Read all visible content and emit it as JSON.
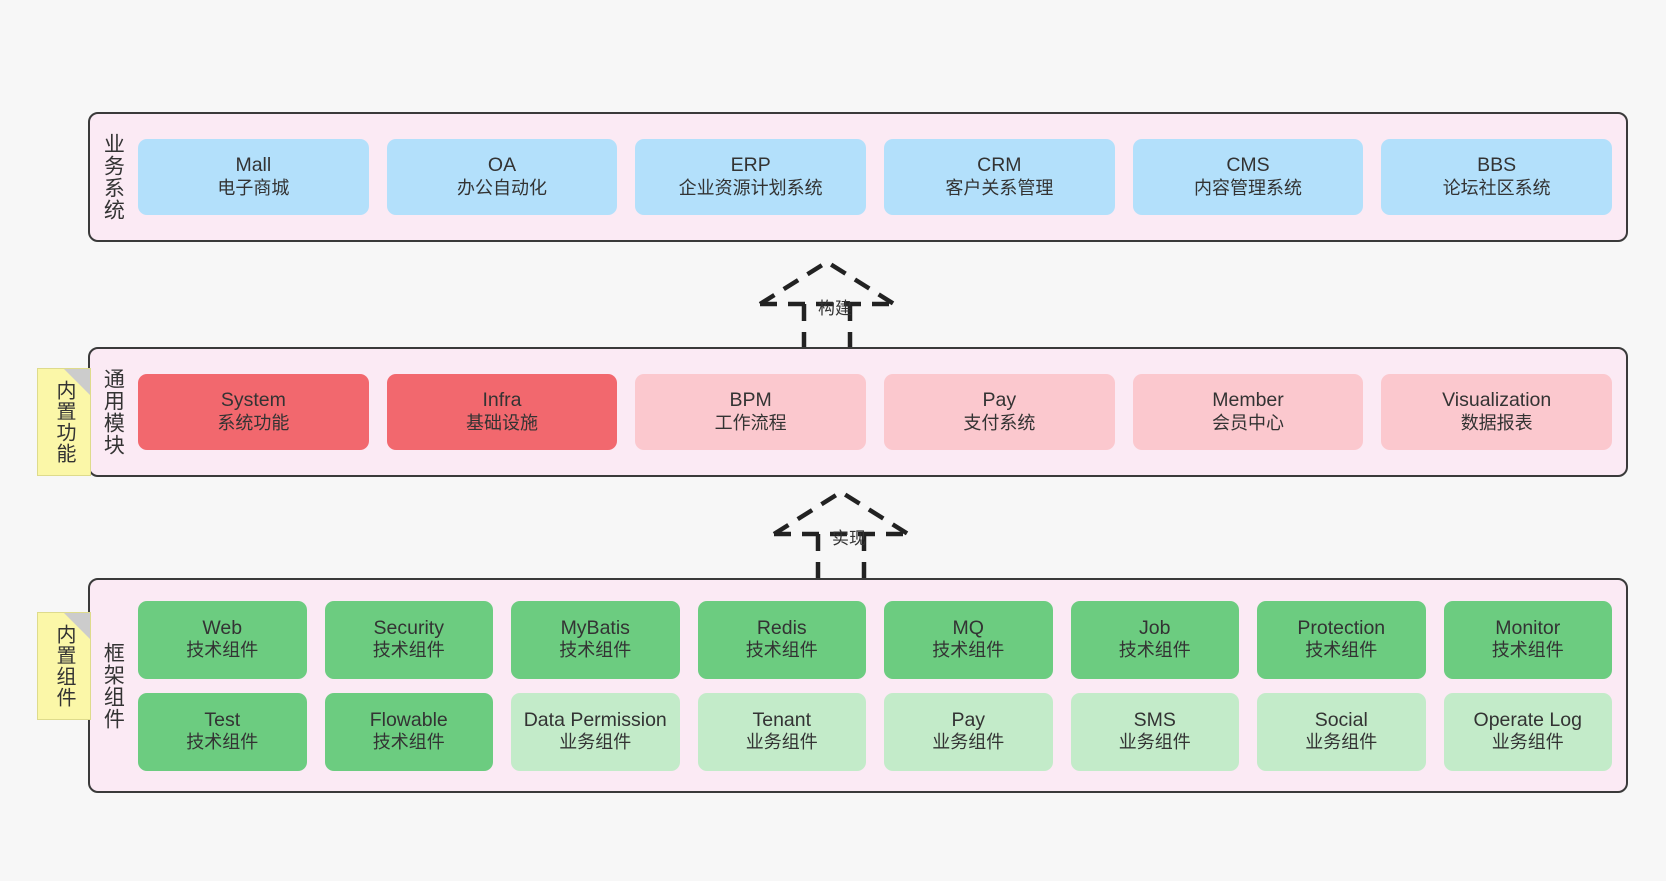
{
  "layers": [
    {
      "id": "business",
      "title": "业务系统",
      "rows": [
        {
          "cells": [
            {
              "name": "Mall",
              "desc": "电子商城",
              "color": "#b3e0fb",
              "style": "c-blue"
            },
            {
              "name": "OA",
              "desc": "办公自动化",
              "color": "#b3e0fb",
              "style": "c-blue"
            },
            {
              "name": "ERP",
              "desc": "企业资源计划系统",
              "color": "#b3e0fb",
              "style": "c-blue"
            },
            {
              "name": "CRM",
              "desc": "客户关系管理",
              "color": "#b3e0fb",
              "style": "c-blue"
            },
            {
              "name": "CMS",
              "desc": "内容管理系统",
              "color": "#b3e0fb",
              "style": "c-blue"
            },
            {
              "name": "BBS",
              "desc": "论坛社区系统",
              "color": "#b3e0fb",
              "style": "c-blue"
            }
          ]
        }
      ]
    },
    {
      "id": "common",
      "title": "通用模块",
      "rows": [
        {
          "cells": [
            {
              "name": "System",
              "desc": "系统功能",
              "color": "#f2686e",
              "style": "c-red"
            },
            {
              "name": "Infra",
              "desc": "基础设施",
              "color": "#f2686e",
              "style": "c-red"
            },
            {
              "name": "BPM",
              "desc": "工作流程",
              "color": "#fbc8ce",
              "style": "c-pink"
            },
            {
              "name": "Pay",
              "desc": "支付系统",
              "color": "#fbc8ce",
              "style": "c-pink"
            },
            {
              "name": "Member",
              "desc": "会员中心",
              "color": "#fbc8ce",
              "style": "c-pink"
            },
            {
              "name": "Visualization",
              "desc": "数据报表",
              "color": "#fbc8ce",
              "style": "c-pink"
            }
          ]
        }
      ]
    },
    {
      "id": "frame",
      "title": "框架组件",
      "rows": [
        {
          "cells": [
            {
              "name": "Web",
              "desc": "技术组件",
              "color": "#6ccc80",
              "style": "c-green"
            },
            {
              "name": "Security",
              "desc": "技术组件",
              "color": "#6ccc80",
              "style": "c-green"
            },
            {
              "name": "MyBatis",
              "desc": "技术组件",
              "color": "#6ccc80",
              "style": "c-green"
            },
            {
              "name": "Redis",
              "desc": "技术组件",
              "color": "#6ccc80",
              "style": "c-green"
            },
            {
              "name": "MQ",
              "desc": "技术组件",
              "color": "#6ccc80",
              "style": "c-green"
            },
            {
              "name": "Job",
              "desc": "技术组件",
              "color": "#6ccc80",
              "style": "c-green"
            },
            {
              "name": "Protection",
              "desc": "技术组件",
              "color": "#6ccc80",
              "style": "c-green"
            },
            {
              "name": "Monitor",
              "desc": "技术组件",
              "color": "#6ccc80",
              "style": "c-green"
            }
          ]
        },
        {
          "cells": [
            {
              "name": "Test",
              "desc": "技术组件",
              "color": "#6ccc80",
              "style": "c-green"
            },
            {
              "name": "Flowable",
              "desc": "技术组件",
              "color": "#6ccc80",
              "style": "c-green"
            },
            {
              "name": "Data Permission",
              "desc": "业务组件",
              "color": "#c3ebc9",
              "style": "c-greenlight"
            },
            {
              "name": "Tenant",
              "desc": "业务组件",
              "color": "#c3ebc9",
              "style": "c-greenlight"
            },
            {
              "name": "Pay",
              "desc": "业务组件",
              "color": "#c3ebc9",
              "style": "c-greenlight"
            },
            {
              "name": "SMS",
              "desc": "业务组件",
              "color": "#c3ebc9",
              "style": "c-greenlight"
            },
            {
              "name": "Social",
              "desc": "业务组件",
              "color": "#c3ebc9",
              "style": "c-greenlight"
            },
            {
              "name": "Operate Log",
              "desc": "业务组件",
              "color": "#c3ebc9",
              "style": "c-greenlight"
            }
          ]
        }
      ]
    }
  ],
  "notes": [
    {
      "id": "functions",
      "label": "内置功能"
    },
    {
      "id": "components",
      "label": "内置组件"
    }
  ],
  "connectors": [
    {
      "id": "build",
      "label": "构建"
    },
    {
      "id": "impl",
      "label": "实现"
    }
  ],
  "colors": {
    "background": "#f7f7f7",
    "layer_fill": "#fbeaf4",
    "layer_border": "#3a3a3a",
    "note_fill": "#fbf7a8",
    "note_fold": "#cccccc",
    "text": "#333333",
    "connector": "#222222"
  }
}
